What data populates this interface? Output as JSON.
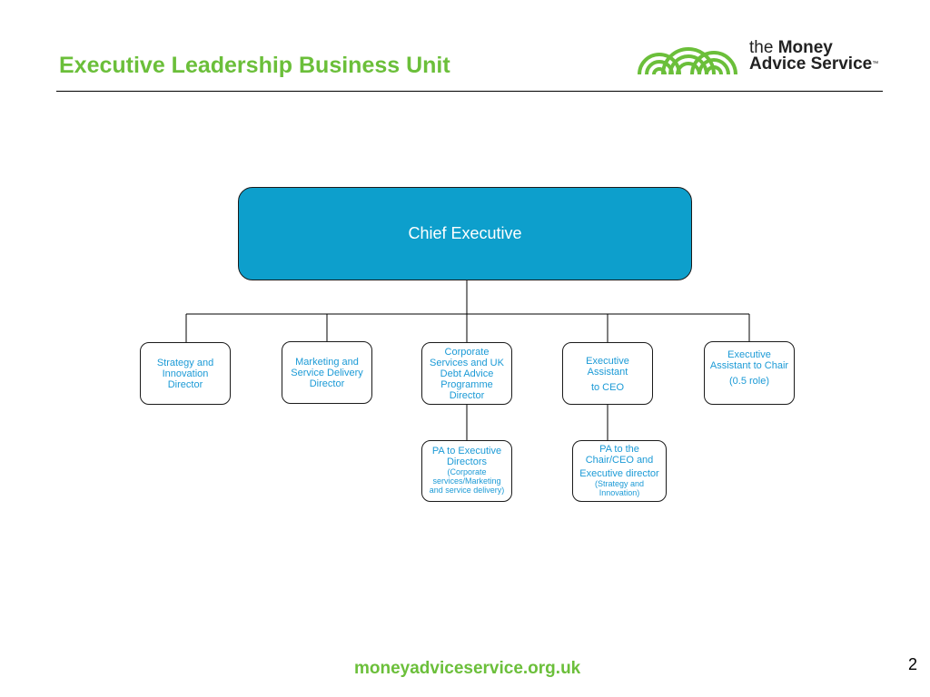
{
  "header": {
    "title": "Executive Leadership Business Unit",
    "logo": {
      "line1_prefix": "the ",
      "line1_bold": "Money",
      "line2": "Advice Service",
      "tm": "™",
      "color": "#6bbf3a"
    }
  },
  "diagram": {
    "root": {
      "label": "Chief Executive",
      "fill": "#0d9fcc"
    },
    "directs": [
      {
        "lines": [
          "Strategy and Innovation Director"
        ]
      },
      {
        "lines": [
          "Marketing and Service Delivery Director"
        ]
      },
      {
        "lines": [
          "Corporate Services and UK Debt Advice Programme Director"
        ]
      },
      {
        "line_a": "Executive Assistant",
        "line_b": "to CEO"
      },
      {
        "line_a": "Executive Assistant to Chair",
        "line_b": "(0.5 role)"
      }
    ],
    "sub_roles": [
      {
        "main": "PA to Executive Directors",
        "note": "(Corporate services/Marketing and service delivery)"
      },
      {
        "main_a": "PA to the Chair/CEO and",
        "main_b": "Executive director",
        "note": "(Strategy and Innovation)"
      }
    ],
    "text_color": "#1b9ad6"
  },
  "footer": {
    "url": "moneyadviceservice.org.uk",
    "page_number": "2"
  }
}
